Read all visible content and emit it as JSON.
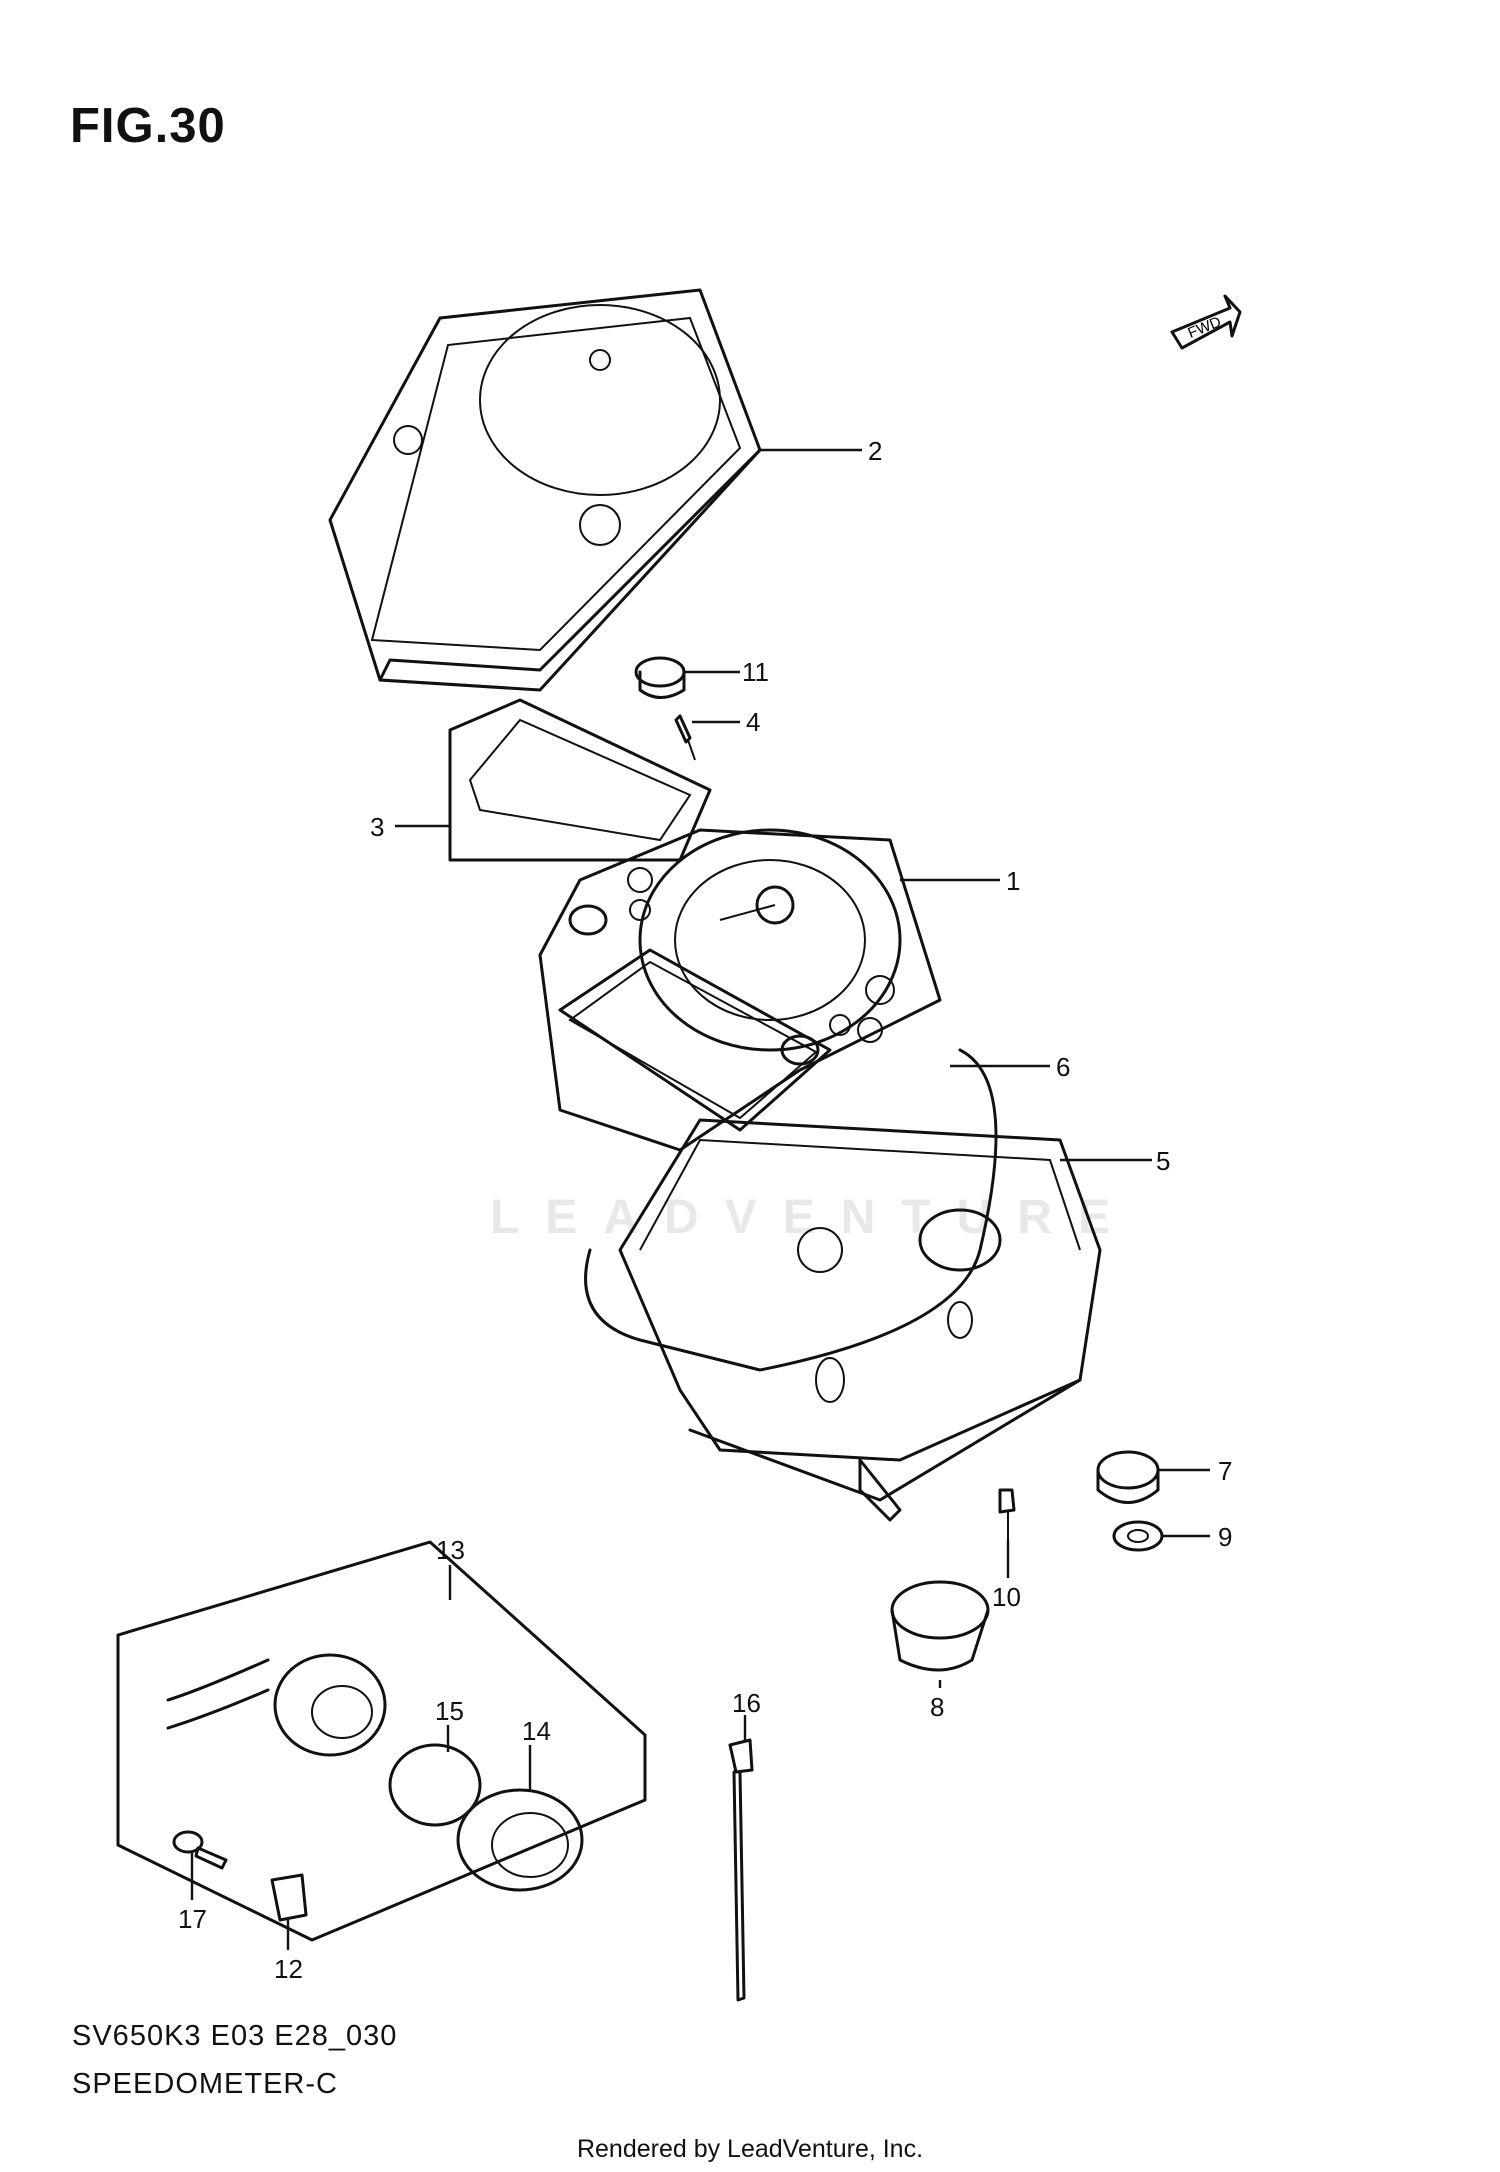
{
  "figure": {
    "title": "FIG.30",
    "fwd_label": "FWD",
    "watermark": "LEADVENTURE"
  },
  "callouts": {
    "c1": "1",
    "c2": "2",
    "c3": "3",
    "c4": "4",
    "c5": "5",
    "c6": "6",
    "c7": "7",
    "c8": "8",
    "c9": "9",
    "c10": "10",
    "c11": "11",
    "c12": "12",
    "c13": "13",
    "c14": "14",
    "c15": "15",
    "c16": "16",
    "c17": "17"
  },
  "footer": {
    "code": "SV650K3 E03 E28_030",
    "section": "SPEEDOMETER-C",
    "rendered_by": "Rendered by LeadVenture, Inc."
  }
}
